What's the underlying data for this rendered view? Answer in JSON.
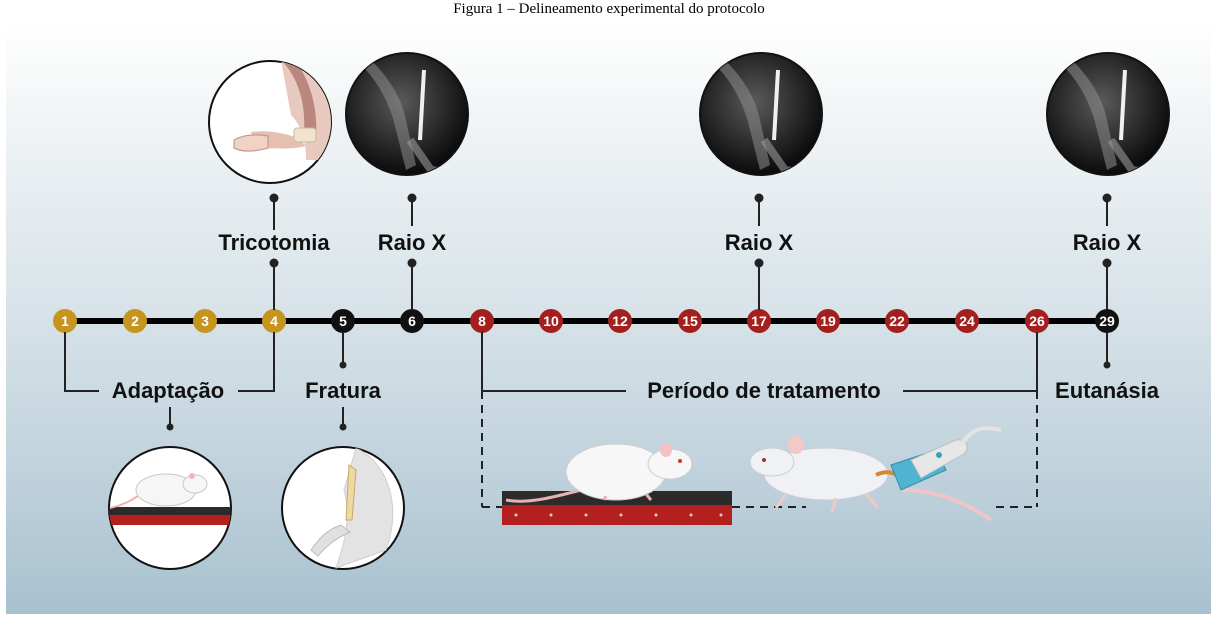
{
  "caption": "Figura 1 – Delineamento experimental do protocolo",
  "timeline": {
    "days": [
      {
        "label": "1",
        "phase": "adaptation"
      },
      {
        "label": "2",
        "phase": "adaptation"
      },
      {
        "label": "3",
        "phase": "adaptation"
      },
      {
        "label": "4",
        "phase": "adaptation"
      },
      {
        "label": "5",
        "phase": "procedure"
      },
      {
        "label": "6",
        "phase": "procedure"
      },
      {
        "label": "8",
        "phase": "treatment"
      },
      {
        "label": "10",
        "phase": "treatment"
      },
      {
        "label": "12",
        "phase": "treatment"
      },
      {
        "label": "15",
        "phase": "treatment"
      },
      {
        "label": "17",
        "phase": "treatment"
      },
      {
        "label": "19",
        "phase": "treatment"
      },
      {
        "label": "22",
        "phase": "treatment"
      },
      {
        "label": "24",
        "phase": "treatment"
      },
      {
        "label": "26",
        "phase": "treatment"
      },
      {
        "label": "29",
        "phase": "procedure"
      }
    ],
    "colors": {
      "adaptation": "#c5951f",
      "procedure": "#111111",
      "treatment": "#a3201f"
    }
  },
  "labels": {
    "tricotomia": "Tricotomia",
    "raio_x_day6": "Raio X",
    "raio_x_day17": "Raio X",
    "raio_x_day29": "Raio X",
    "adaptacao": "Adaptação",
    "fratura": "Fratura",
    "periodo_tratamento": "Período de tratamento",
    "eutanasia": "Eutanásia"
  },
  "icons": {
    "shaved_limb": "shaved-limb-illustration",
    "xray": "xray-femur-illustration",
    "treadmill_rat": "rat-on-treadmill-illustration",
    "fracture": "fractured-femur-illustration",
    "ultrasound_rat": "rat-ultrasound-illustration"
  }
}
